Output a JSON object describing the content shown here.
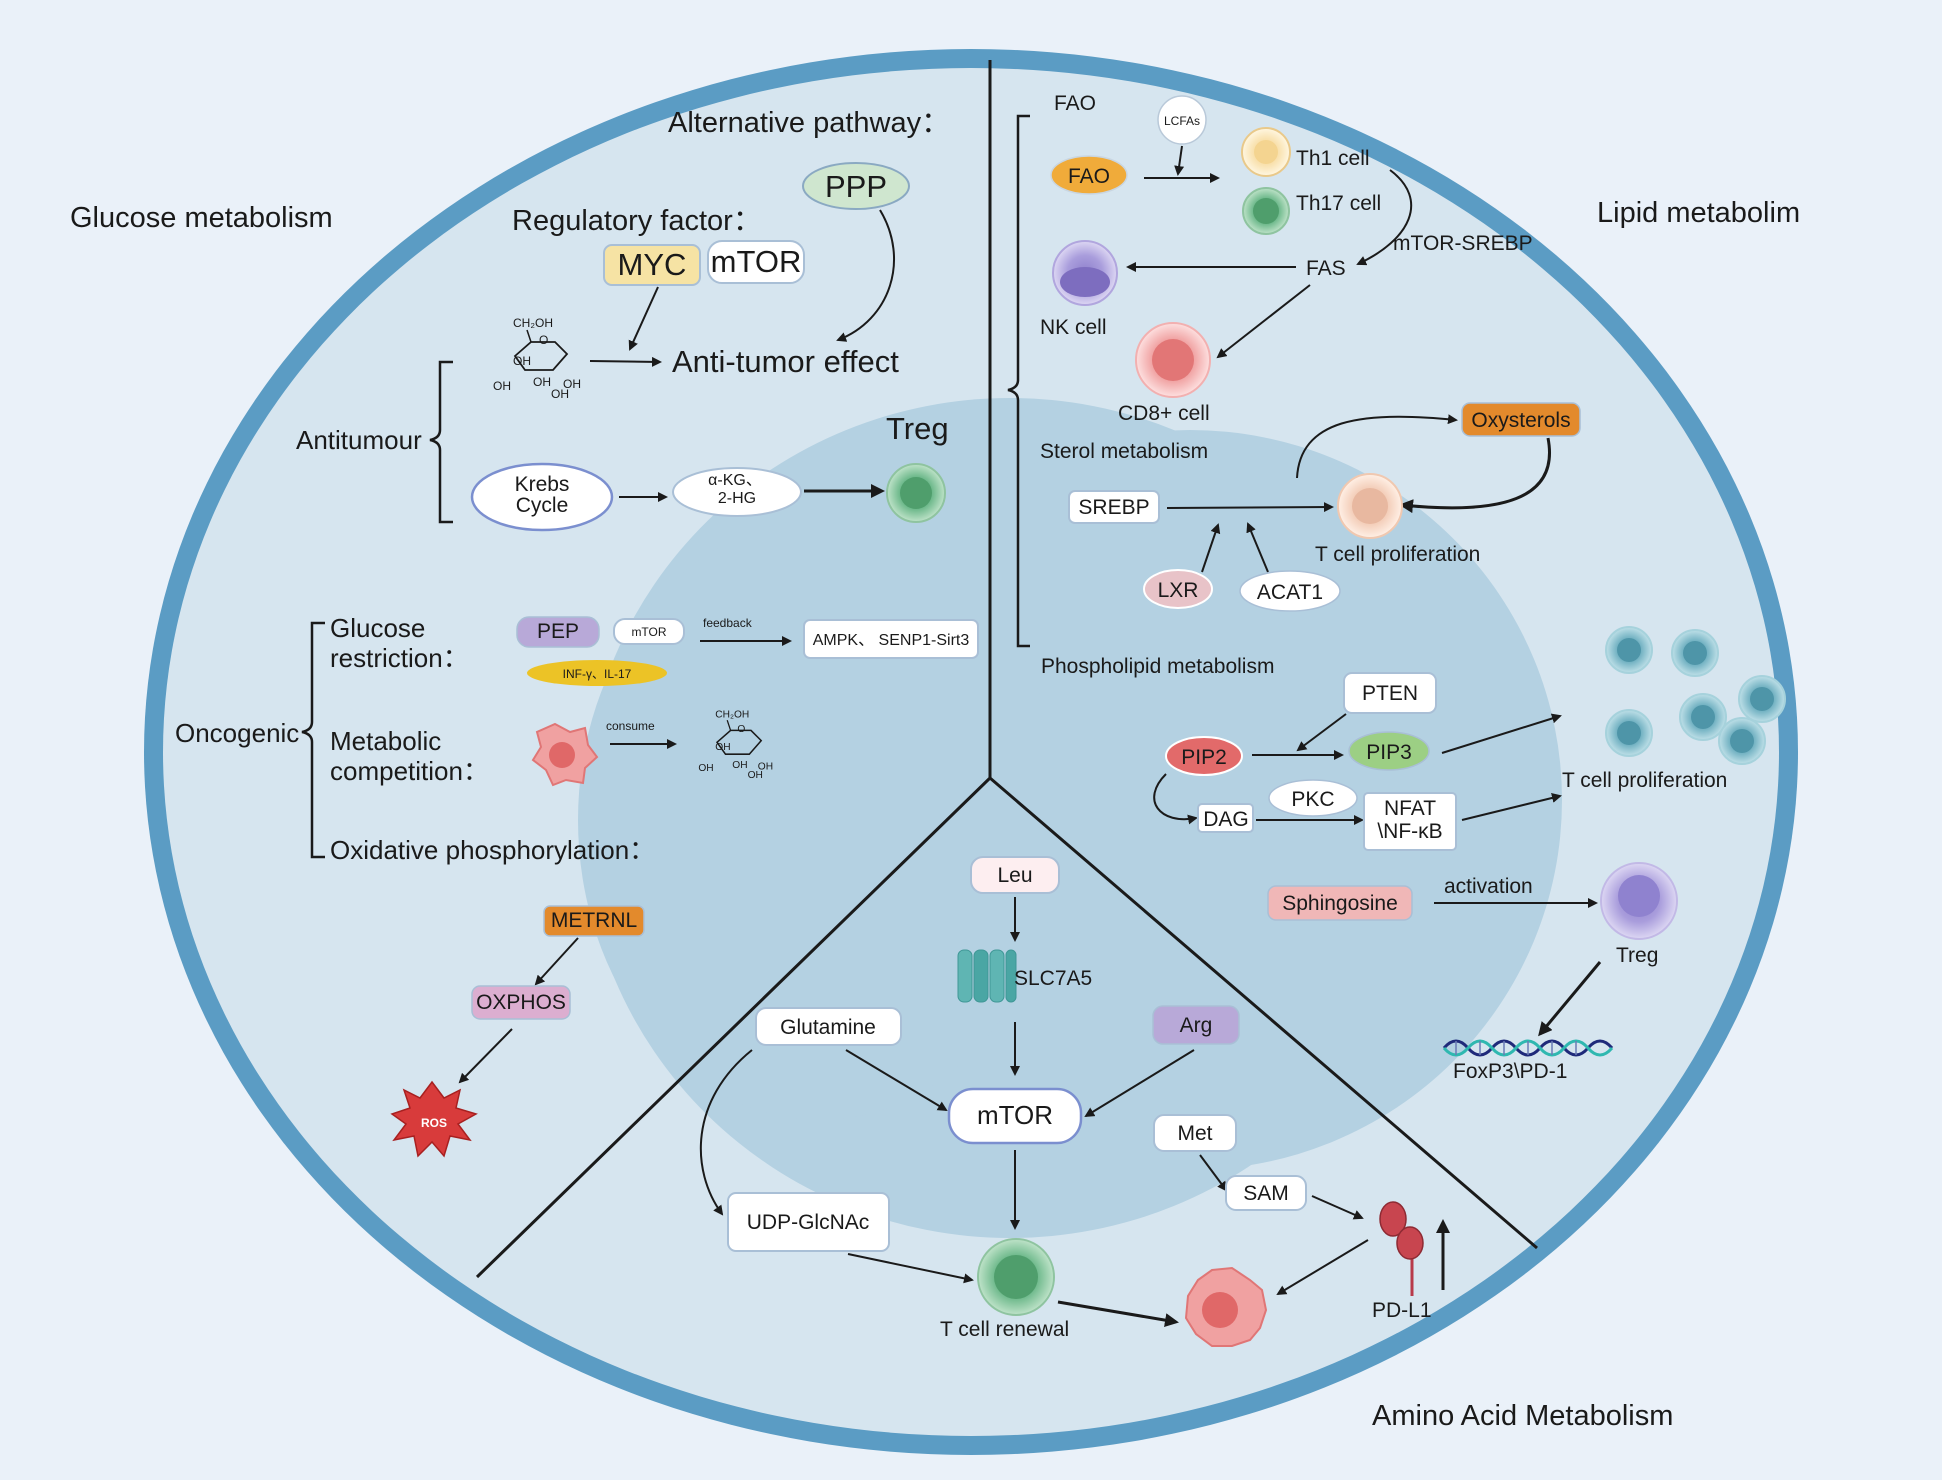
{
  "sections": {
    "glucose": "Glucose metabolism",
    "lipid": "Lipid metabolim",
    "amino": "Amino Acid Metabolism"
  },
  "glucose": {
    "alternative_pathway": "Alternative pathway：",
    "ppp": "PPP",
    "regulatory_factor": "Regulatory factor：",
    "myc": "MYC",
    "mtor": "mTOR",
    "antitumor_effect": "Anti-tumor effect",
    "antitumour": "Antitumour",
    "krebs": [
      "Krebs",
      "Cycle"
    ],
    "akg": [
      "α-KG、",
      "2-HG"
    ],
    "treg": "Treg",
    "glucose_restriction": [
      "Glucose",
      "restriction："
    ],
    "pep": "PEP",
    "mtor_small": "mTOR",
    "feedback": "feedback",
    "ampk": "AMPK、 SENP1-Sirt3",
    "inf": "INF-γ、IL-17",
    "oncogenic": "Oncogenic",
    "metabolic_competition": [
      "Metabolic",
      "competition："
    ],
    "consume": "consume",
    "oxphos_title": "Oxidative phosphorylation：",
    "metrnl": "METRNL",
    "oxphos": "OXPHOS",
    "ros": "ROS",
    "glucose_mol": {
      "ch2oh": "CH₂OH",
      "o": "O",
      "oh": "OH"
    }
  },
  "lipid": {
    "fao_label": "FAO",
    "lcfas": "LCFAs",
    "fao": "FAO",
    "th1": "Th1 cell",
    "th17": "Th17 cell",
    "mtor_srebp": "mTOR-SREBP",
    "fas": "FAS",
    "nk": "NK cell",
    "cd8": "CD8+ cell",
    "sterol": "Sterol metabolism",
    "oxysterols": "Oxysterols",
    "srebp": "SREBP",
    "tcell_prolif": "T cell proliferation",
    "lxr": "LXR",
    "acat1": "ACAT1",
    "phospholipid": "Phospholipid metabolism",
    "pten": "PTEN",
    "pip2": "PIP2",
    "pip3": "PIP3",
    "pkc": "PKC",
    "dag": "DAG",
    "nfat": [
      "NFAT",
      "\\NF-κB"
    ],
    "tcell_prolif2": "T cell proliferation",
    "sphingosine": "Sphingosine",
    "activation": "activation",
    "treg": "Treg",
    "foxp3": "FoxP3\\PD-1"
  },
  "amino": {
    "leu": "Leu",
    "slc7a5": "SLC7A5",
    "glutamine": "Glutamine",
    "arg": "Arg",
    "mtor": "mTOR",
    "met": "Met",
    "sam": "SAM",
    "udp": "UDP-GlcNAc",
    "tcell_renewal": "T cell renewal",
    "pdl1": "PD-L1"
  },
  "colors": {
    "background": "#eaf1f9",
    "outer_ring": "#5b9cc4",
    "outer_fill": "#d6e5ef",
    "inner_fill": "#b4d1e2",
    "orange": "#e38a2c",
    "myc": "#f6e3a4",
    "purple": "#b8a9d8",
    "green_pip3": "#9ccf84",
    "red_pip2": "#e26a6a",
    "pink": "#f0b7b7"
  }
}
